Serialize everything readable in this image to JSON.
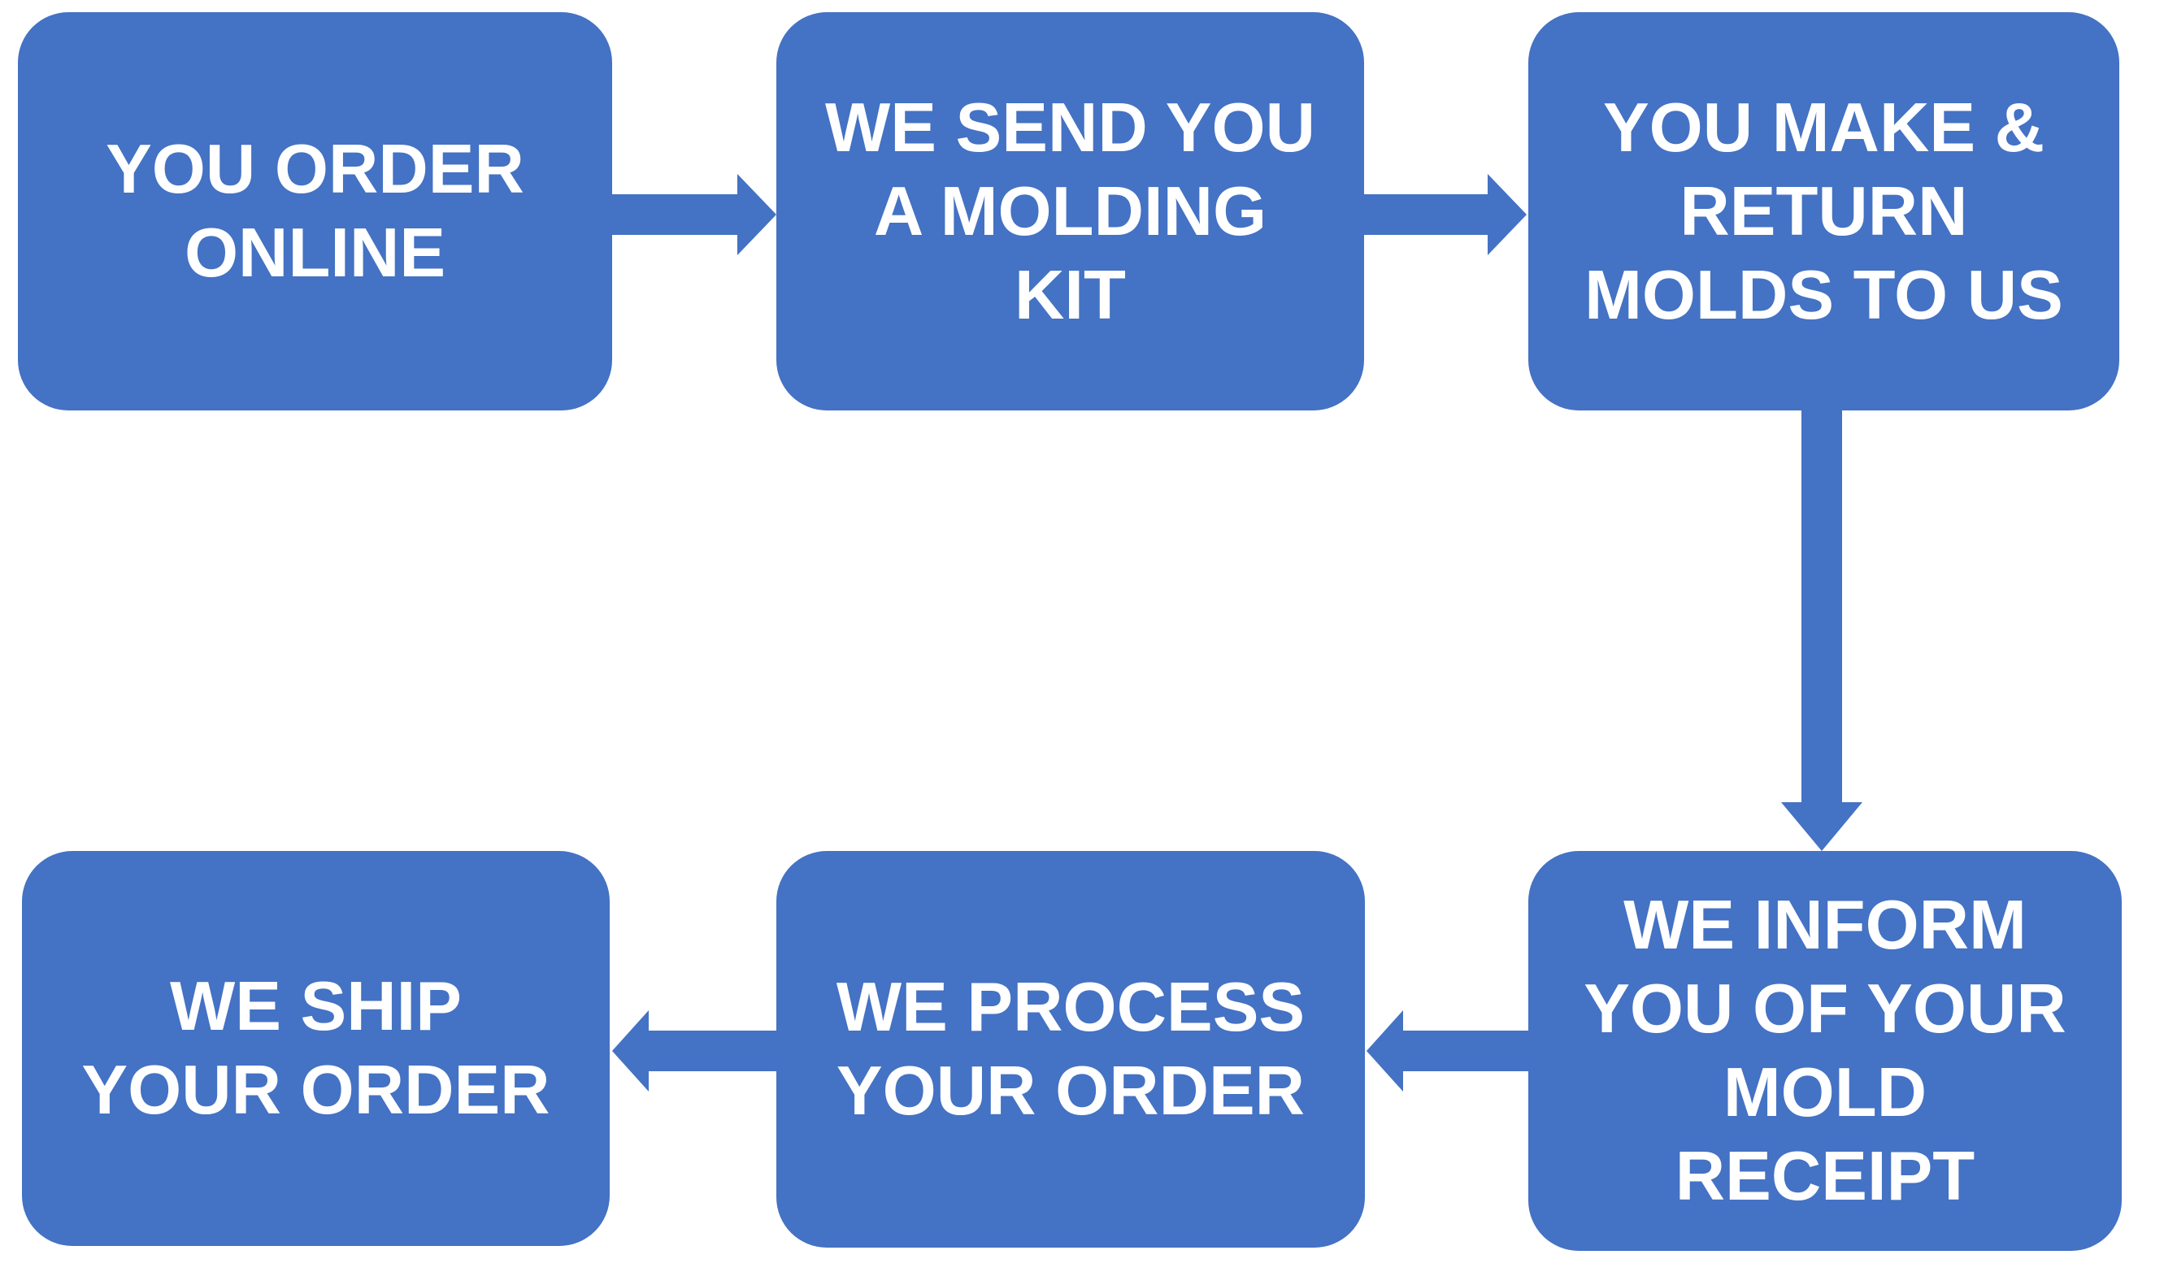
{
  "diagram": {
    "type": "flowchart",
    "background_color": "#ffffff",
    "node_color": "#4472C4",
    "arrow_color": "#4472C4",
    "text_color": "#ffffff",
    "nodes": [
      {
        "id": "order-online",
        "label": "YOU ORDER\nONLINE"
      },
      {
        "id": "send-molding-kit",
        "label": "WE SEND YOU\nA MOLDING\nKIT"
      },
      {
        "id": "make-return-molds",
        "label": "YOU MAKE &\nRETURN\nMOLDS TO US"
      },
      {
        "id": "inform-mold-receipt",
        "label": "WE INFORM\nYOU OF YOUR\nMOLD\nRECEIPT"
      },
      {
        "id": "process-order",
        "label": "WE PROCESS\nYOUR ORDER"
      },
      {
        "id": "ship-order",
        "label": "WE SHIP\nYOUR ORDER"
      }
    ],
    "edges": [
      {
        "from": "order-online",
        "to": "send-molding-kit",
        "direction": "right"
      },
      {
        "from": "send-molding-kit",
        "to": "make-return-molds",
        "direction": "right"
      },
      {
        "from": "make-return-molds",
        "to": "inform-mold-receipt",
        "direction": "down"
      },
      {
        "from": "inform-mold-receipt",
        "to": "process-order",
        "direction": "left"
      },
      {
        "from": "process-order",
        "to": "ship-order",
        "direction": "left"
      }
    ]
  }
}
